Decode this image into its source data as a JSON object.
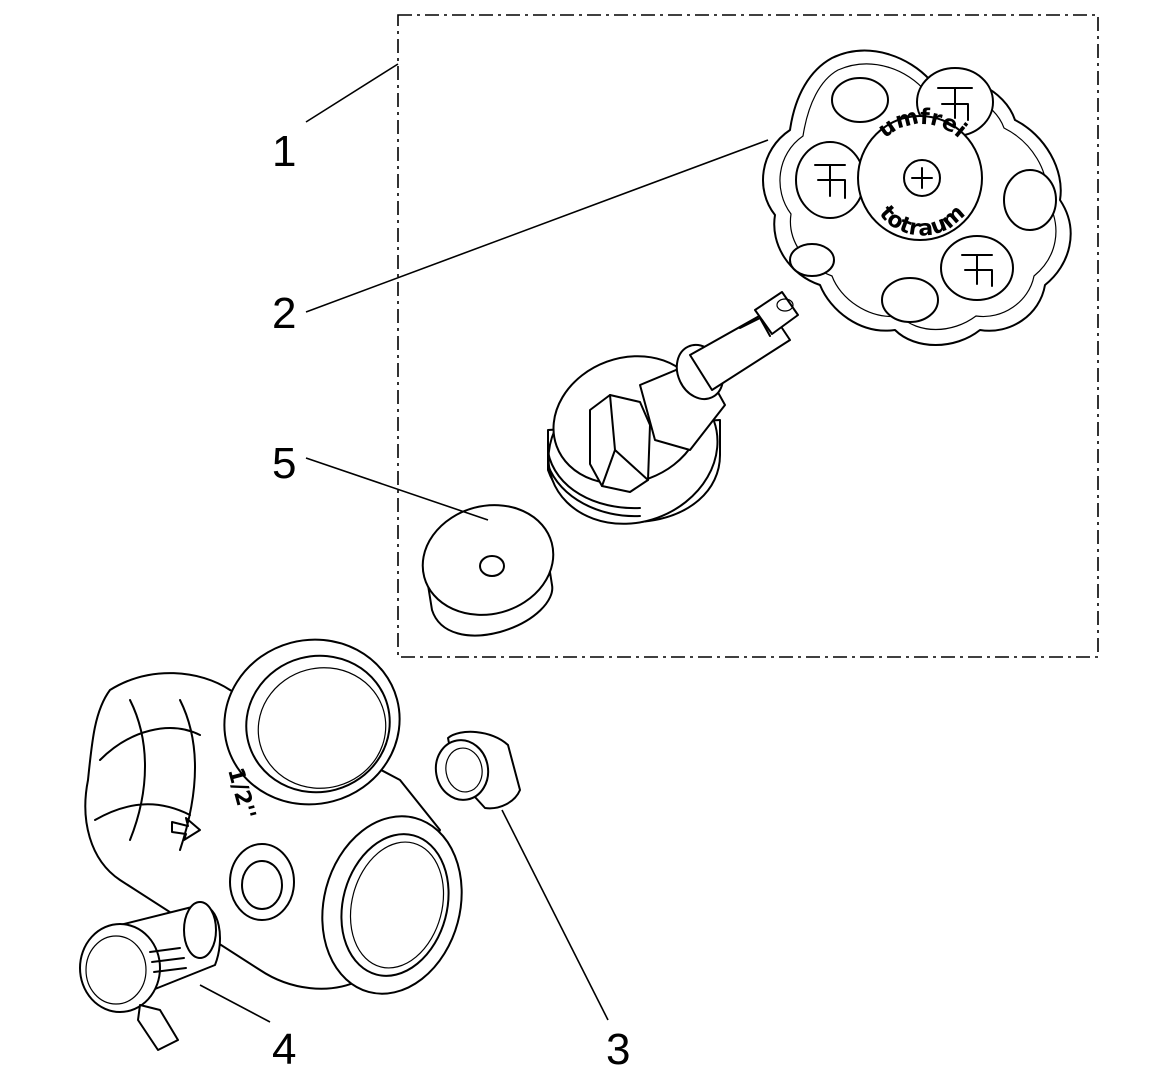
{
  "callouts": [
    {
      "id": "1",
      "label": "1"
    },
    {
      "id": "2",
      "label": "2"
    },
    {
      "id": "3",
      "label": "3"
    },
    {
      "id": "4",
      "label": "4"
    },
    {
      "id": "5",
      "label": "5"
    }
  ],
  "handwheel": {
    "text_top": "umfrei",
    "text_bottom": "totraum"
  },
  "valve_body": {
    "cast_marking": "1/2''"
  }
}
